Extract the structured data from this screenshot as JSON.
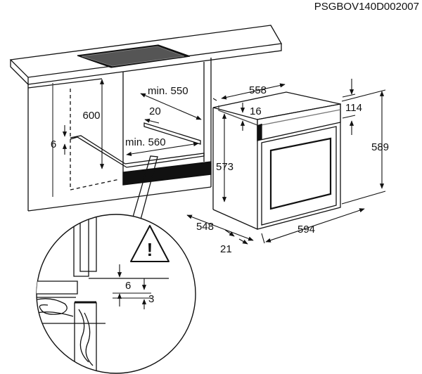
{
  "document_code": "PSGBOV140D002007",
  "warning_symbol": "!",
  "niche": {
    "min_width": "min. 550",
    "min_depth": "min. 560",
    "height": "600",
    "cutout_depth": "20",
    "shelf_offset": "6"
  },
  "oven": {
    "width": "594",
    "depth": "548",
    "height": "589",
    "body_width": "558",
    "body_height": "573",
    "top_gap": "16",
    "panel_height": "114",
    "front_gap": "21"
  },
  "detail": {
    "gap_a": "6",
    "gap_b": "3"
  }
}
